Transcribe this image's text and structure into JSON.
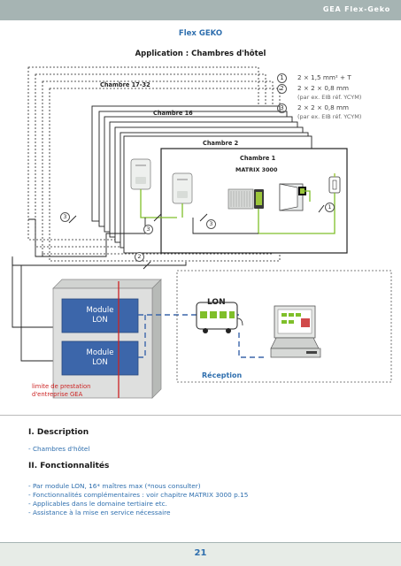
{
  "header": {
    "brand": "GEA Flex-Geko"
  },
  "titles": {
    "main": "Flex GEKO",
    "application": "Application : Chambres d'hôtel"
  },
  "legend": [
    {
      "num": "1",
      "text": "2 × 1,5 mm² + T",
      "sub": ""
    },
    {
      "num": "2",
      "text": "2 × 2 × 0,8 mm",
      "sub": "(par ex. EIB réf. YCYM)"
    },
    {
      "num": "3",
      "text": "2 × 2 × 0,8 mm",
      "sub": "(par ex. EIB réf. YCYM)"
    }
  ],
  "rooms": {
    "chambre_17_32": "Chambre 17-32",
    "chambre_16": "Chambre 16",
    "chambre_2": "Chambre 2",
    "chambre_1": "Chambre 1",
    "matrix": "MATRIX 3000"
  },
  "markers": {
    "three_left": "3",
    "three_mid": "3",
    "three_center": "3",
    "one_right": "1",
    "two": "2"
  },
  "modules": {
    "top": [
      "Module",
      "LON"
    ],
    "bottom": [
      "Module",
      "LON"
    ]
  },
  "lon_bus_label": "LON",
  "reception": "Réception",
  "limit": [
    "limite de prestation",
    "d'entreprise GEA"
  ],
  "sections": {
    "description": {
      "heading": "I. Description",
      "items": [
        "- Chambres d'hôtel"
      ]
    },
    "fonctionnalites": {
      "heading": "II. Fonctionnalités",
      "items": [
        "- Par module LON, 16* maîtres max (*nous consulter)",
        "- Fonctionnalités complémentaires : voir chapitre MATRIX 3000 p.15",
        "- Applicables dans le domaine tertiaire etc.",
        "- Assistance à la mise en service nécessaire"
      ]
    }
  },
  "page_number": "21",
  "colors": {
    "header": "#a6b4b3",
    "accent": "#2f6fae",
    "module": "#3c66aa",
    "limit": "#cc2222",
    "rule": "#a6b4b3"
  }
}
